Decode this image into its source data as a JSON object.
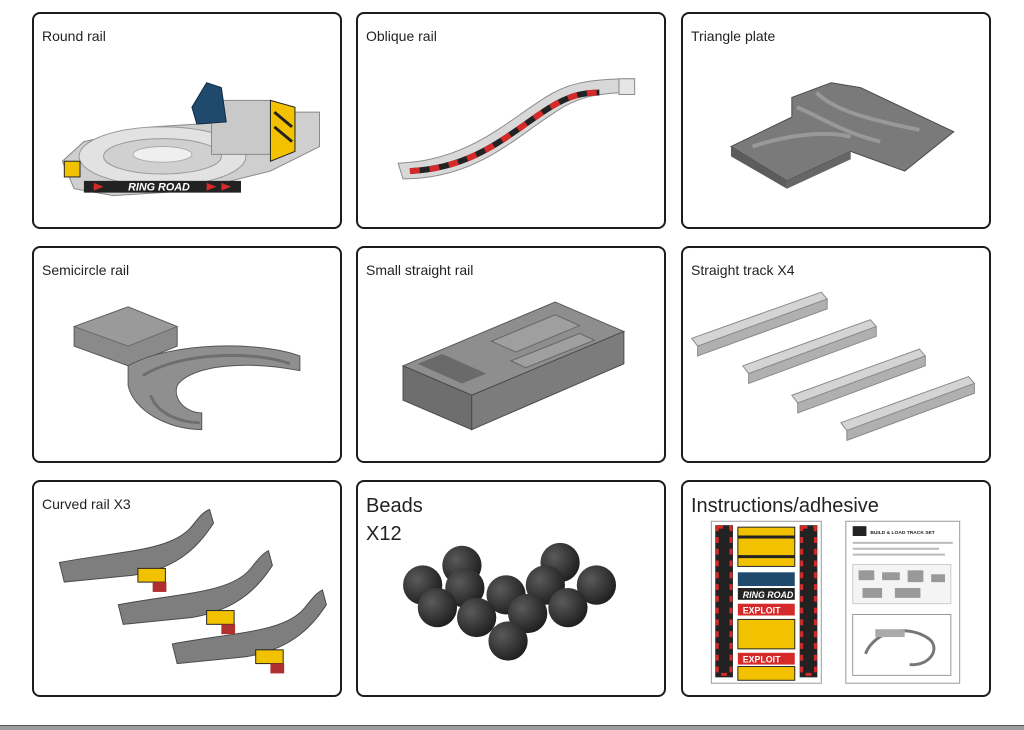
{
  "items": [
    {
      "label": "Round rail",
      "picture": "round-rail"
    },
    {
      "label": "Oblique rail",
      "picture": "oblique-rail"
    },
    {
      "label": "Triangle plate",
      "picture": "triangle-plate"
    },
    {
      "label": "Semicircle rail",
      "picture": "semicircle-rail"
    },
    {
      "label": "Small straight rail",
      "picture": "small-straight-rail"
    },
    {
      "label": "Straight track X4",
      "picture": "straight-track"
    },
    {
      "label": "Curved rail X3",
      "picture": "curved-rail"
    },
    {
      "label": "Beads\nX12",
      "picture": "beads"
    },
    {
      "label": "Instructions/adhesive",
      "picture": "instructions-sheets"
    }
  ],
  "decals": {
    "ring_road": "RING ROAD",
    "ring_road_sticker": "RING ROAD",
    "exploit": "EXPLOIT",
    "exploit_2": "EXPLOIT",
    "manual_title": "BUILD & LOAD TRACK SET"
  },
  "colors": {
    "border": "#1c1c1c",
    "rail_gray": "#bdbdbd",
    "plate_gray": "#7a7a7a",
    "bead_black": "#2a2a2a",
    "stripe_red": "#d42a2a",
    "sticker_yellow": "#f2c200",
    "ring_blue": "#1f4a6e"
  }
}
